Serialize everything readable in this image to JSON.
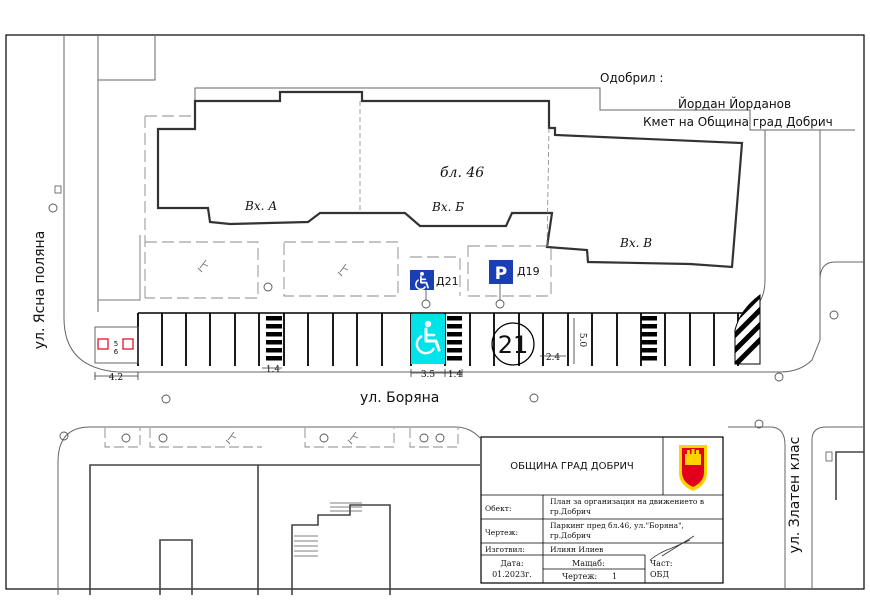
{
  "approval": {
    "label": "Одобрил :",
    "name": "Йордан Йорданов",
    "position": "Кмет на Община град Добрич"
  },
  "building": {
    "name": "бл. 46",
    "entrances": [
      "Вх. А",
      "Вх. Б",
      "Вх. В"
    ]
  },
  "streets": {
    "main": "ул. Боряна",
    "left": "ул. Ясна поляна",
    "right": "ул. Златен клас"
  },
  "signs": {
    "disabled_code": "Д21",
    "parking_code": "Д19",
    "parking_letter": "P",
    "speed_limit": "21"
  },
  "dimensions": {
    "stall_width": "2.4",
    "stall_depth": "5.0",
    "accessible_width": "3.5",
    "hatch_width": "1.4",
    "hatch_width_2": "1.4",
    "left_block_width": "4.2",
    "left_block_small": "5",
    "left_block_small_2": "6"
  },
  "title_block": {
    "municipality": "ОБЩИНА ГРАД ДОБРИЧ",
    "object_label": "Обект:",
    "object_value_1": "План за организация на движението в",
    "object_value_2": "гр.Добрич",
    "drawing_label": "Чертеж:",
    "drawing_value_1": "Паркинг пред бл.46, ул.\"Боряна\",",
    "drawing_value_2": "гр.Добрич",
    "author_label": "Изготвил:",
    "author_value": "Илиян Илиев",
    "date_label": "Дата:",
    "date_value": "01.2023г.",
    "scale_label": "Мащаб:",
    "sheet_label": "Чертеж:",
    "sheet_value": "1",
    "part_label": "Част:",
    "part_value": "ОБД"
  },
  "colors": {
    "accessible_bay": "#00e3e8",
    "sign_blue": "#1a3fb5",
    "crest_red": "#e0001b",
    "crest_gold": "#ffd200"
  },
  "icons": {
    "disabled": "wheelchair-icon",
    "parking": "parking-sign-icon",
    "crest": "coat-of-arms-icon"
  }
}
